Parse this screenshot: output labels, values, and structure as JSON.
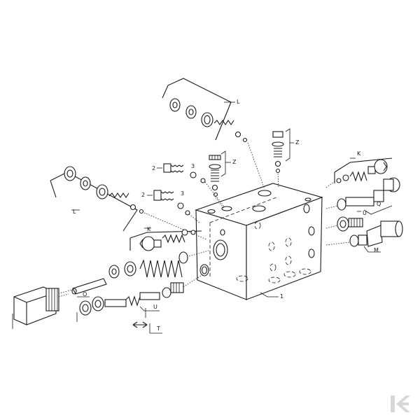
{
  "labels": {
    "L_top": "L",
    "L_left": "L",
    "Z_center": "Z",
    "Z_right": "Z",
    "K_left": "K",
    "K_right": "K",
    "U_left": "U",
    "U_right": "U",
    "Q": "Q",
    "M": "M",
    "O": "O",
    "T": "T",
    "one": "1",
    "two_a": "2",
    "two_b": "2",
    "three_a": "3",
    "three_b": "3"
  },
  "colors": {
    "ink": "#1a1a1a",
    "paper": "#ffffff",
    "logo": "#d7d7d7"
  },
  "icons": {
    "brand": "kverneland-logo-icon"
  }
}
